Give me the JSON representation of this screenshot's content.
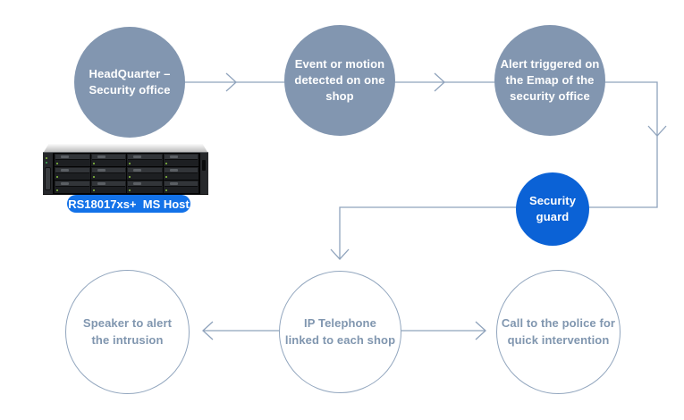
{
  "nodes": {
    "headquarter": {
      "label": "HeadQuarter –\nSecurity office"
    },
    "event": {
      "label": "Event or motion\ndetected on one\nshop"
    },
    "alert": {
      "label": "Alert triggered on\nthe Emap of the\nsecurity office"
    },
    "guard": {
      "label": "Security\nguard"
    },
    "speaker": {
      "label": "Speaker to alert\nthe intrusion"
    },
    "telephone": {
      "label": "IP Telephone\nlinked to each shop"
    },
    "police": {
      "label": "Call to the police for\nquick intervention"
    }
  },
  "device": {
    "badge_label": "RS18017xs+  MS Host"
  },
  "colors": {
    "node_fill": "#8296B0",
    "node_text": "#FFFFFF",
    "outline_border": "#92A6BE",
    "outline_text": "#8096AF",
    "connector": "#8FA3BC",
    "highlight_fill": "#0B62D6",
    "badge_fill": "#1372E8",
    "badge_text": "#FFFFFF"
  }
}
